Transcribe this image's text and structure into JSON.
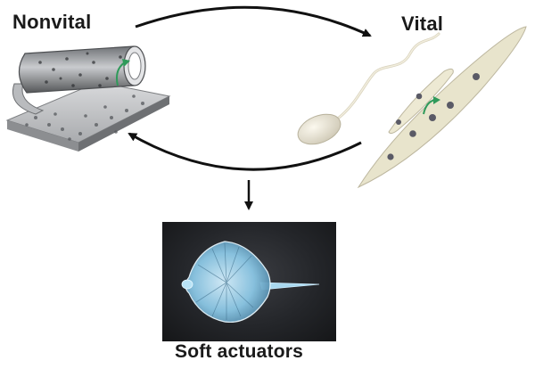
{
  "labels": {
    "nonvital": "Nonvital",
    "vital": "Vital",
    "soft_actuators": "Soft actuators"
  },
  "icons": {
    "nonvital_scaffold": "rolled-porous-sheet-scaffold-icon",
    "sperm_cell": "sperm-cell-icon",
    "muscle_cells": "elongated-cell-icon",
    "stingray_actuator": "stingray-robot-photo"
  },
  "colors": {
    "arrow": "#111111",
    "cell_fill": "#e8e4cc",
    "cell_nucleus": "#5a5a66",
    "curl_arrow": "#2f9a5a",
    "photo_bg": "#24262a",
    "stingray": "#9fd4ee"
  }
}
